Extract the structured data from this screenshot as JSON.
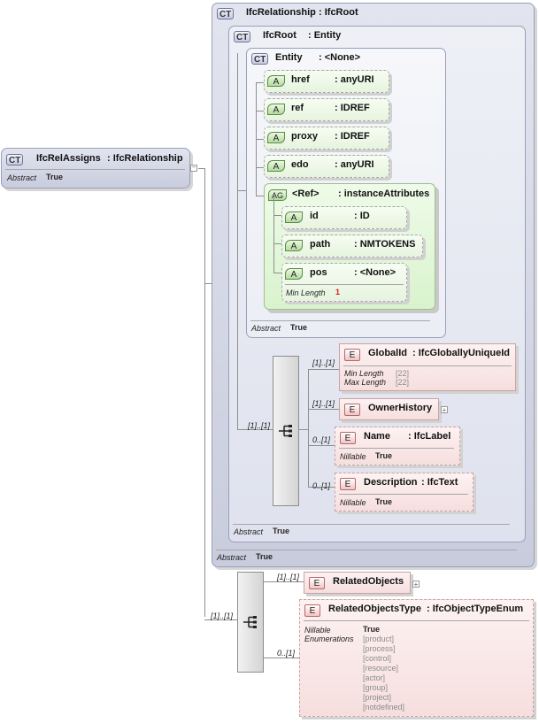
{
  "root": {
    "badge": "CT",
    "name": "IfcRelAssigns",
    "type": ": IfcRelationship",
    "abstract_label": "Abstract",
    "abstract_value": "True"
  },
  "ifc_relationship": {
    "badge": "CT",
    "name": "IfcRelationship",
    "type": ": IfcRoot",
    "abstract_label": "Abstract",
    "abstract_value": "True"
  },
  "ifc_root": {
    "badge": "CT",
    "name": "IfcRoot",
    "type": ": Entity",
    "abstract_label": "Abstract",
    "abstract_value": "True"
  },
  "entity": {
    "badge": "CT",
    "name": "Entity",
    "type": ": <None>",
    "abstract_label": "Abstract",
    "abstract_value": "True"
  },
  "attributes": [
    {
      "badge": "A",
      "name": "href",
      "type": ": anyURI"
    },
    {
      "badge": "A",
      "name": "ref",
      "type": ": IDREF"
    },
    {
      "badge": "A",
      "name": "proxy",
      "type": ": IDREF"
    },
    {
      "badge": "A",
      "name": "edo",
      "type": ": anyURI"
    }
  ],
  "attr_group": {
    "badge": "AG",
    "name": "<Ref>",
    "type": ": instanceAttributes",
    "attributes": [
      {
        "badge": "A",
        "name": "id",
        "type": ": ID"
      },
      {
        "badge": "A",
        "name": "path",
        "type": ": NMTOKENS"
      },
      {
        "badge": "A",
        "name": "pos",
        "type": ": <None>",
        "facet_label": "Min Length",
        "facet_value": "1"
      }
    ]
  },
  "root_sequence": {
    "cardinality": "[1]..[1]",
    "elements": [
      {
        "badge": "E",
        "name": "GlobalId",
        "type": ": IfcGloballyUniqueId",
        "cardinality": "[1]..[1]",
        "facets": [
          {
            "label": "Min Length",
            "value": "[22]"
          },
          {
            "label": "Max Length",
            "value": "[22]"
          }
        ]
      },
      {
        "badge": "E",
        "name": "OwnerHistory",
        "type": "",
        "cardinality": "[1]..[1]"
      },
      {
        "badge": "E",
        "name": "Name",
        "type": ": IfcLabel",
        "cardinality": "0..[1]",
        "nillable_label": "Nillable",
        "nillable_value": "True"
      },
      {
        "badge": "E",
        "name": "Description",
        "type": ": IfcText",
        "cardinality": "0..[1]",
        "nillable_label": "Nillable",
        "nillable_value": "True"
      }
    ]
  },
  "rel_sequence": {
    "cardinality": "[1]..[1]",
    "related_objects": {
      "badge": "E",
      "name": "RelatedObjects",
      "cardinality": "[1]..[1]"
    },
    "related_objects_type": {
      "badge": "E",
      "name": "RelatedObjectsType",
      "type": ": IfcObjectTypeEnum",
      "cardinality": "0..[1]",
      "nillable_label": "Nillable",
      "nillable_value": "True",
      "enum_label": "Enumerations",
      "enumerations": [
        "[product]",
        "[process]",
        "[control]",
        "[resource]",
        "[actor]",
        "[group]",
        "[project]",
        "[notdefined]"
      ]
    }
  },
  "colors": {
    "complex_type": "#c9ccdd",
    "attribute_group": "#d9f3cd",
    "element": "#f6dede",
    "facet_red": "#d21e1e"
  }
}
